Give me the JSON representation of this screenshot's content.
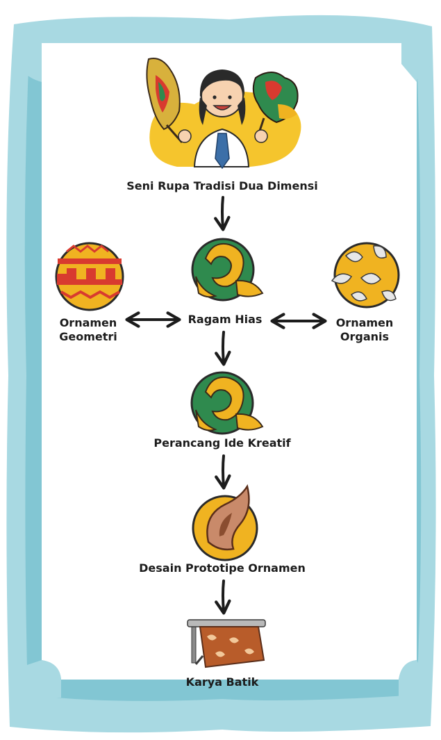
{
  "colors": {
    "frame_outer": "#a8d9e2",
    "frame_inner": "#82c6d3",
    "paper": "#ffffff",
    "text": "#1c1c1c",
    "arrow": "#1c1c1c",
    "gold": "#f0b321",
    "green": "#2f8a4e",
    "red": "#d83a2f",
    "brown": "#8a4d2f"
  },
  "nodes": {
    "seni": {
      "label": "Seni Rupa Tradisi Dua Dimensi",
      "icon": "student-with-wayang-icon"
    },
    "ragam": {
      "label": "Ragam Hias",
      "icon": "ornament-medallion-icon"
    },
    "geometri": {
      "line1": "Ornamen",
      "line2": "Geometri",
      "icon": "geometric-ornament-icon"
    },
    "organis": {
      "line1": "Ornamen",
      "line2": "Organis",
      "icon": "organic-ornament-icon"
    },
    "ide": {
      "label": "Perancang Ide Kreatif",
      "icon": "ornament-medallion-icon"
    },
    "desain": {
      "label": "Desain Prototipe Ornamen",
      "icon": "prototype-ornament-icon"
    },
    "batik": {
      "label": "Karya Batik",
      "icon": "batik-cloth-icon"
    }
  },
  "edges": [
    {
      "from": "seni",
      "to": "ragam",
      "type": "down"
    },
    {
      "from": "ragam",
      "to": "geometri",
      "type": "bidirectional"
    },
    {
      "from": "ragam",
      "to": "organis",
      "type": "bidirectional"
    },
    {
      "from": "ragam",
      "to": "ide",
      "type": "down"
    },
    {
      "from": "ide",
      "to": "desain",
      "type": "down"
    },
    {
      "from": "desain",
      "to": "batik",
      "type": "down"
    }
  ]
}
